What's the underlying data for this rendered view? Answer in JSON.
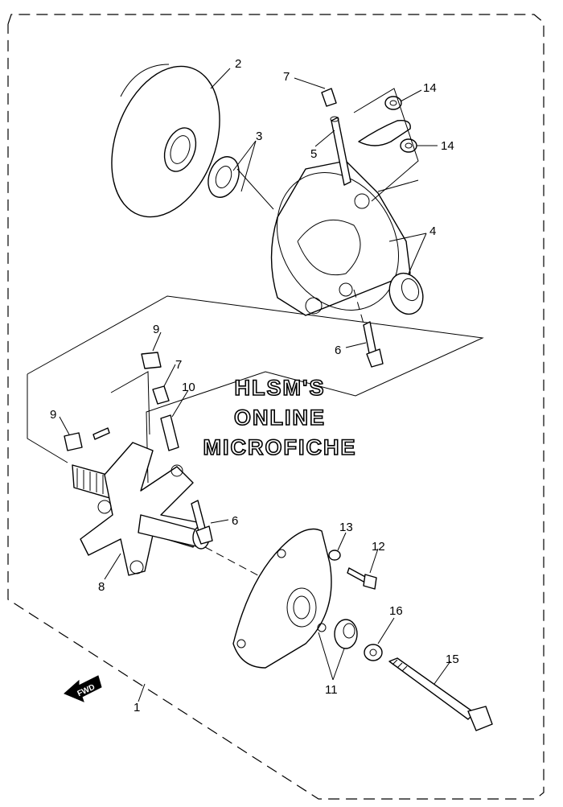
{
  "watermark": {
    "line1": "HLSM'S",
    "line2": "ONLINE",
    "line3": "MICROFICHE"
  },
  "direction_label": "FWD",
  "callouts": {
    "c1": "1",
    "c2": "2",
    "c3": "3",
    "c4": "4",
    "c5": "5",
    "c6a": "6",
    "c6b": "6",
    "c7a": "7",
    "c7b": "7",
    "c8": "8",
    "c9a": "9",
    "c9b": "9",
    "c10": "10",
    "c11": "11",
    "c12": "12",
    "c13": "13",
    "c14a": "14",
    "c14b": "14",
    "c15": "15",
    "c16": "16"
  },
  "colors": {
    "ink": "#000000",
    "paper": "#ffffff"
  }
}
